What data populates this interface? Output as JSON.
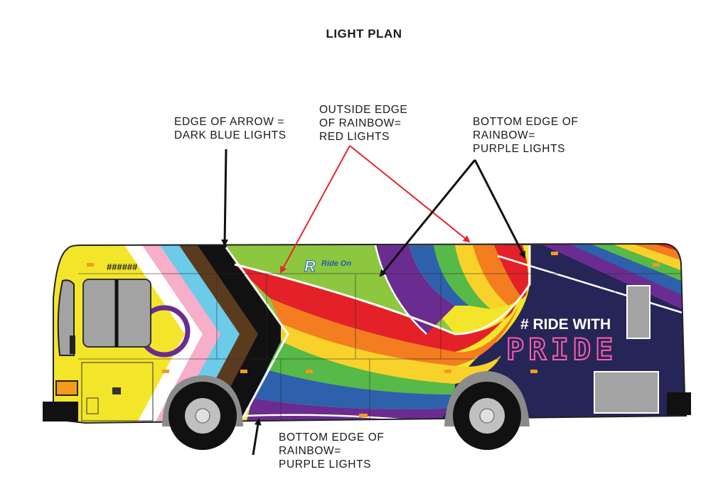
{
  "title": "LIGHT PLAN",
  "callouts": {
    "arrow_edge": [
      "EDGE OF ARROW =",
      "DARK BLUE LIGHTS"
    ],
    "rainbow_outside": [
      "OUTSIDE EDGE",
      "OF RAINBOW=",
      "RED LIGHTS"
    ],
    "rainbow_bottom_top": [
      "BOTTOM EDGE OF",
      "RAINBOW=",
      "PURPLE LIGHTS"
    ],
    "rainbow_bottom_lower": [
      "BOTTOM EDGE OF",
      "RAINBOW=",
      "PURPLE LIGHTS"
    ]
  },
  "bus": {
    "number_plate": "######",
    "logo_text": "Ride On",
    "slogan_line1": "# RIDE WITH",
    "slogan_line2": "PRIDE"
  },
  "colors": {
    "bus_yellow": "#f3e62a",
    "navy": "#262557",
    "green": "#8dc63f",
    "red_arrow": "#e8232a",
    "rainbow": [
      "#e42128",
      "#f47d20",
      "#f8d22a",
      "#57b948",
      "#2e61ac",
      "#6a2c91"
    ],
    "progress_stripes": [
      "#ffffff",
      "#f6aec9",
      "#6bcbe9",
      "#5b3b1e",
      "#111111"
    ]
  }
}
